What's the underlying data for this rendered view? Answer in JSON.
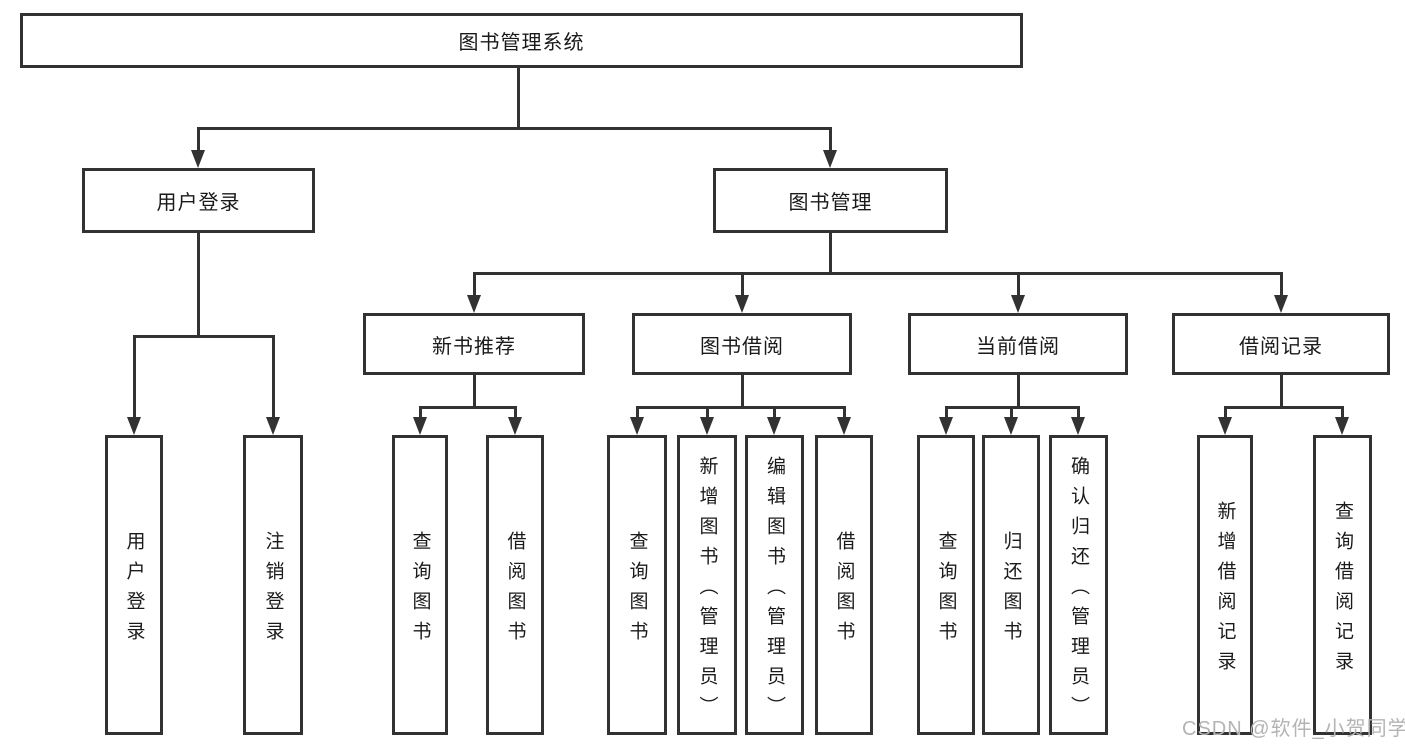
{
  "colors": {
    "line": "#323232",
    "text": "#1a1a1a",
    "background": "#ffffff",
    "watermark": "#b4b4b4"
  },
  "watermark": {
    "text": "CSDN @软件_小贺同学"
  },
  "tree": {
    "label": "图书管理系统",
    "children": [
      {
        "label": "用户登录",
        "children": [
          {
            "label": "用户登录"
          },
          {
            "label": "注销登录"
          }
        ]
      },
      {
        "label": "图书管理",
        "children": [
          {
            "label": "新书推荐",
            "children": [
              {
                "label": "查询图书"
              },
              {
                "label": "借阅图书"
              }
            ]
          },
          {
            "label": "图书借阅",
            "children": [
              {
                "label": "查询图书"
              },
              {
                "label": "新增图书（管理员）"
              },
              {
                "label": "编辑图书（管理员）"
              },
              {
                "label": "借阅图书"
              }
            ]
          },
          {
            "label": "当前借阅",
            "children": [
              {
                "label": "查询图书"
              },
              {
                "label": "归还图书"
              },
              {
                "label": "确认归还（管理员）"
              }
            ]
          },
          {
            "label": "借阅记录",
            "children": [
              {
                "label": "新增借阅记录"
              },
              {
                "label": "查询借阅记录"
              }
            ]
          }
        ]
      }
    ]
  }
}
